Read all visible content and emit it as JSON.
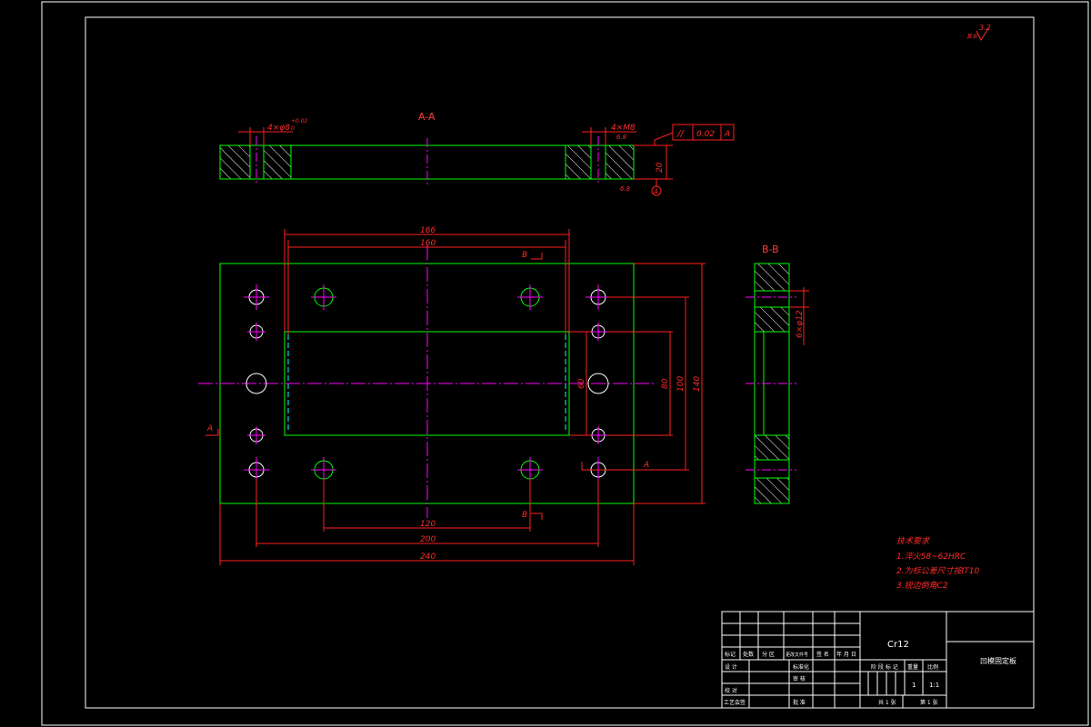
{
  "views": {
    "section_aa": "A-A",
    "section_bb": "B-B"
  },
  "roughness": {
    "value": "3.2",
    "prefix": "其余"
  },
  "dimensions": {
    "top_hole_callout": "4×φ8",
    "top_hole_tol": "+0.02",
    "top_hole_tol_low": "0",
    "thread_callout": "4×M8",
    "thread_depth": "6.8",
    "thread_bottom": "6.8",
    "thickness": "20",
    "flatness_symbol": "//",
    "flatness_value": "0.02",
    "flatness_datum": "A",
    "datum_label": "A",
    "w166": "166",
    "w160": "160",
    "w120": "120",
    "w200": "200",
    "w240": "240",
    "h60": "60",
    "h80": "80",
    "h100": "100",
    "h140": "140",
    "bb_holes": "6×φ12",
    "cut_a_left": "A",
    "cut_a_right": "A",
    "cut_b_top": "B",
    "cut_b_bottom": "B"
  },
  "tech_requirements": {
    "title": "技术要求",
    "items": [
      "1.淬火58~62HRC",
      "2.为标公差尺寸按IT10",
      "3.锐边倒角C2"
    ]
  },
  "title_block": {
    "material": "Cr12",
    "part_name": "凹模固定板",
    "headers": [
      "标记",
      "处数",
      "分 区",
      "更改文件号",
      "签 名",
      "年 月 日"
    ],
    "row_design": "设 计",
    "row_standard": "标准化",
    "row_review": "审 核",
    "row_check": "校 对",
    "row_approve": "批 准",
    "row_process": "工艺会签",
    "stage_label": "阶 段 标 记",
    "weight_label": "重量",
    "scale_label": "比例",
    "weight_value": "1",
    "scale_value": "1:1",
    "sheets_total": "共 1 张",
    "sheet_no": "第 1 张"
  },
  "colors": {
    "part": "#00ff00",
    "dimension": "#ff2020",
    "centerline": "#ff00ff",
    "hidden": "#00ffff",
    "frame": "#ffffff"
  }
}
